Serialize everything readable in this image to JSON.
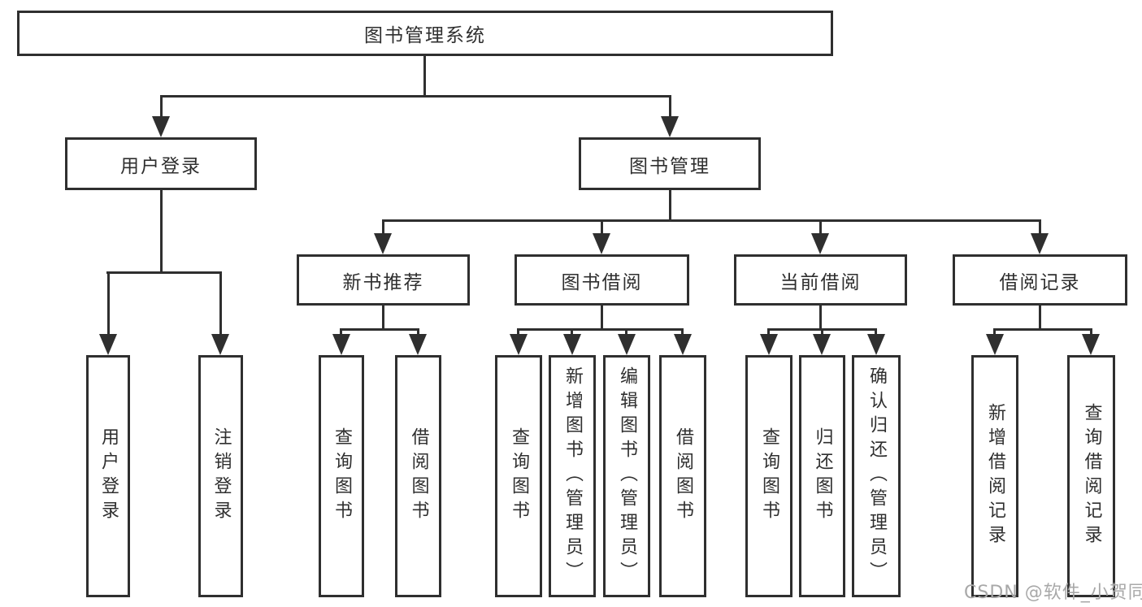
{
  "diagram": {
    "type": "function-decomposition-tree",
    "background_color": "#ffffff",
    "line_color": "#2f2f2f",
    "text_color": "#2f2f2f"
  },
  "tree": {
    "label": "图书管理系统",
    "children": [
      {
        "label": "用户登录",
        "children": [
          {
            "label": "用户登录"
          },
          {
            "label": "注销登录"
          }
        ]
      },
      {
        "label": "图书管理",
        "children": [
          {
            "label": "新书推荐",
            "children": [
              {
                "label": "查询图书"
              },
              {
                "label": "借阅图书"
              }
            ]
          },
          {
            "label": "图书借阅",
            "children": [
              {
                "label": "查询图书"
              },
              {
                "label": "新增图书（管理员）"
              },
              {
                "label": "编辑图书（管理员）"
              },
              {
                "label": "借阅图书"
              }
            ]
          },
          {
            "label": "当前借阅",
            "children": [
              {
                "label": "查询图书"
              },
              {
                "label": "归还图书"
              },
              {
                "label": "确认归还（管理员）"
              }
            ]
          },
          {
            "label": "借阅记录",
            "children": [
              {
                "label": "新增借阅记录"
              },
              {
                "label": "查询借阅记录"
              }
            ]
          }
        ]
      }
    ]
  },
  "watermark": {
    "text": "CSDN @软件_小贺同学",
    "color": "#a8a8a8"
  }
}
